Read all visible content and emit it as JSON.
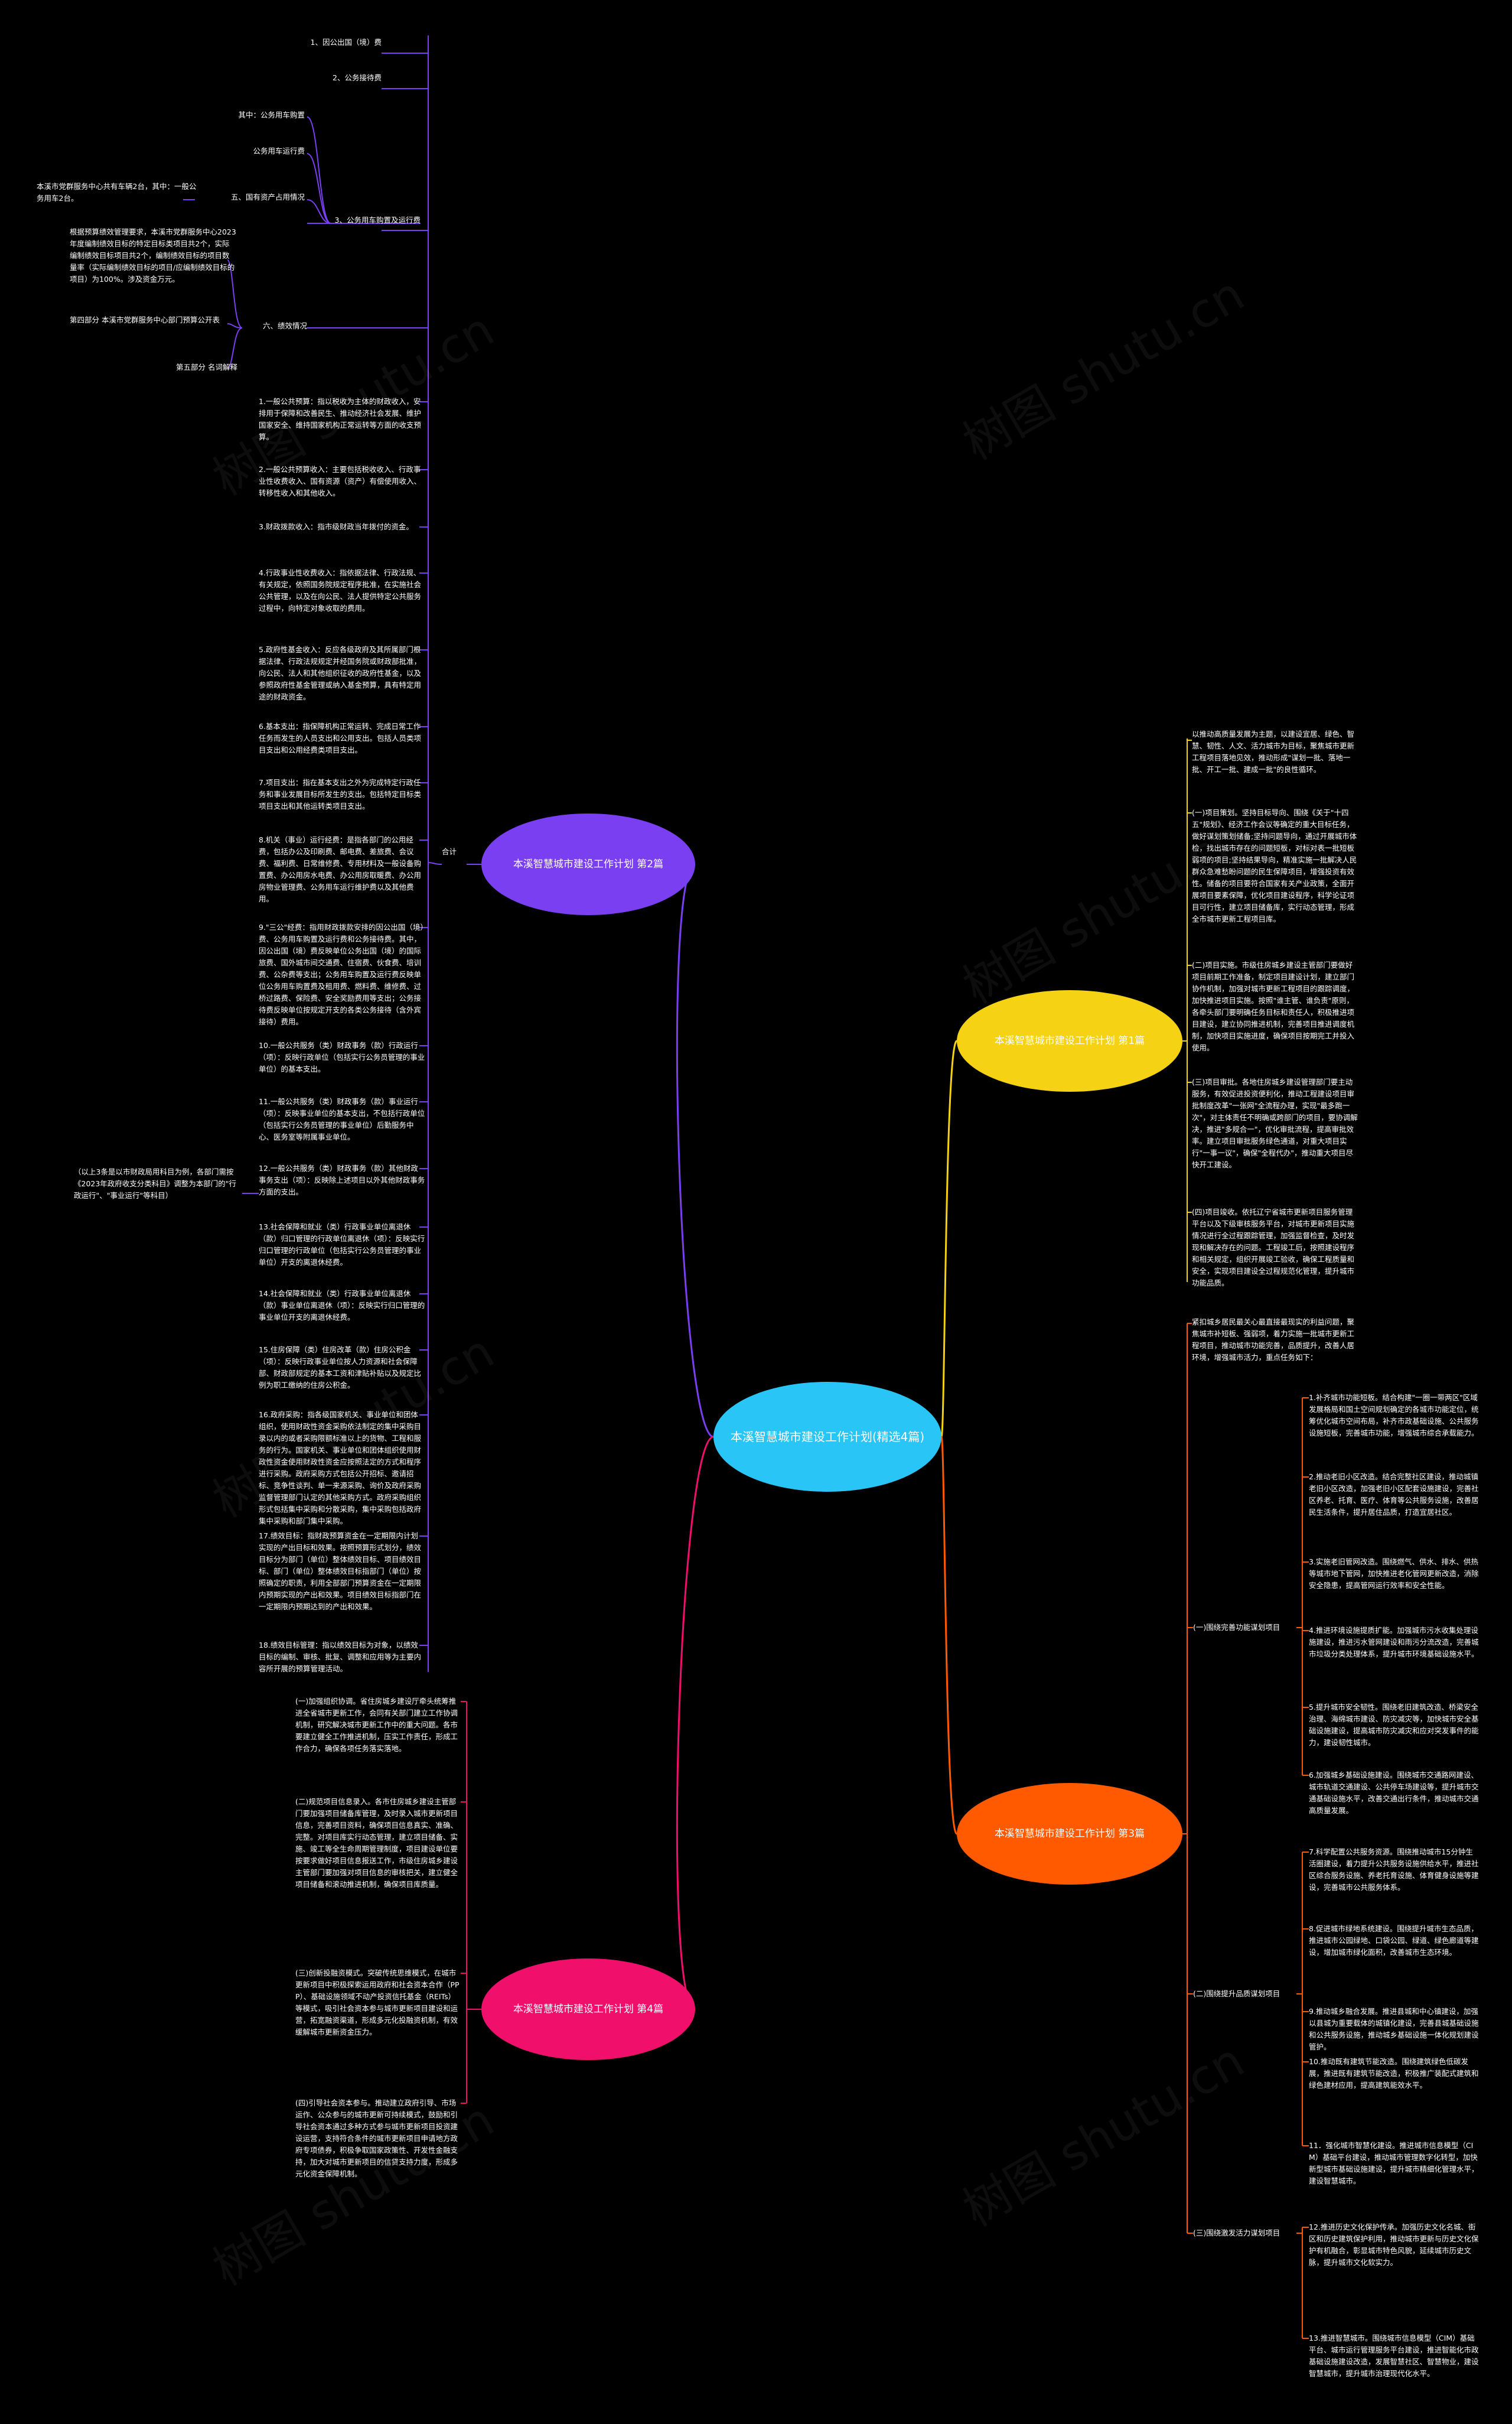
{
  "root": {
    "label": "本溪智慧城市建设工作计划(精选4篇)",
    "color": "#29c5f6"
  },
  "branches": [
    {
      "label": "本溪智慧城市建设工作计划 第2篇",
      "color": "#7b3ff2"
    },
    {
      "label": "本溪智慧城市建设工作计划 第1篇",
      "color": "#f5d314"
    },
    {
      "label": "本溪智慧城市建设工作计划 第3篇",
      "color": "#ff5a00"
    },
    {
      "label": "本溪智慧城市建设工作计划 第4篇",
      "color": "#f0106c"
    }
  ],
  "b2": {
    "hub": "合计",
    "top": [
      "1、因公出国（境）费",
      "2、公务接待费",
      "3、公务用车购置及运行费",
      "其中：公务用车购置",
      "公务用车运行费",
      "五、国有资产占用情况",
      "本溪市党群服务中心共有车辆2台，其中：一般公务用车2台。",
      "六、绩效情况",
      "根据预算绩效管理要求，本溪市党群服务中心2023年度编制绩效目标的特定目标类项目共2个，实际编制绩效目标项目共2个，编制绩效目标的项目数量率（实际编制绩效目标的项目/应编制绩效目标的项目）为100%。涉及资金万元。",
      "第四部分 本溪市党群服务中心部门预算公开表",
      "第五部分 名词解释"
    ],
    "terms": [
      "1.一般公共预算：指以税收为主体的财政收入，安排用于保障和改善民生、推动经济社会发展、维护国家安全、维持国家机构正常运转等方面的收支预算。",
      "2.一般公共预算收入：主要包括税收收入、行政事业性收费收入、国有资源（资产）有偿使用收入、转移性收入和其他收入。",
      "3.财政拨款收入：指市级财政当年拨付的资金。",
      "4.行政事业性收费收入：指依据法律、行政法规、有关规定，依照国务院规定程序批准，在实施社会公共管理，以及在向公民、法人提供特定公共服务过程中，向特定对象收取的费用。",
      "5.政府性基金收入：反应各级政府及其所属部门根据法律、行政法规规定并经国务院或财政部批准，向公民、法人和其他组织征收的政府性基金，以及参照政府性基金管理或纳入基金预算，具有特定用途的财政资金。",
      "6.基本支出：指保障机构正常运转、完成日常工作任务而发生的人员支出和公用支出。包括人员类项目支出和公用经费类项目支出。",
      "7.项目支出：指在基本支出之外为完成特定行政任务和事业发展目标所发生的支出。包括特定目标类项目支出和其他运转类项目支出。",
      "8.机关（事业）运行经费：是指各部门的公用经费，包括办公及印刷费、邮电费、差旅费、会议费、福利费、日常维修费、专用材料及一般设备购置费、办公用房水电费、办公用房取暖费、办公用房物业管理费、公务用车运行维护费以及其他费用。",
      "9.\"三公\"经费：指用财政拨款安排的因公出国（境）费、公务用车购置及运行费和公务接待费。其中，因公出国（境）费反映单位公务出国（境）的国际旅费、国外城市间交通费、住宿费、伙食费、培训费、公杂费等支出；公务用车购置及运行费反映单位公务用车购置费及租用费、燃料费、维修费、过桥过路费、保险费、安全奖励费用等支出；公务接待费反映单位按规定开支的各类公务接待（含外宾接待）费用。",
      "10.一般公共服务（类）财政事务（款）行政运行（项）：反映行政单位（包括实行公务员管理的事业单位）的基本支出。",
      "11.一般公共服务（类）财政事务（款）事业运行（项）：反映事业单位的基本支出，不包括行政单位（包括实行公务员管理的事业单位）后勤服务中心、医务室等附属事业单位。",
      "12.一般公共服务（类）财政事务（款）其他财政事务支出（项）：反映除上述项目以外其他财政事务方面的支出。",
      "13.社会保障和就业（类）行政事业单位离退休（款）归口管理的行政单位离退休（项）：反映实行归口管理的行政单位（包括实行公务员管理的事业单位）开支的离退休经费。",
      "14.社会保障和就业（类）行政事业单位离退休（款）事业单位离退休（项）：反映实行归口管理的事业单位开支的离退休经费。",
      "15.住房保障（类）住房改革（款）住房公积金（项）：反映行政事业单位按人力资源和社会保障部、财政部规定的基本工资和津贴补贴以及规定比例为职工缴纳的住房公积金。",
      "16.政府采购：指各级国家机关、事业单位和团体组织，使用财政性资金采购依法制定的集中采购目录以内的或者采购限额标准以上的货物、工程和服务的行为。国家机关、事业单位和团体组织使用财政性资金使用财政性资金应按照法定的方式和程序进行采购。政府采购方式包括公开招标、邀请招标、竞争性谈判、单一来源采购、询价及政府采购监督管理部门认定的其他采购方式。政府采购组织形式包括集中采购和分散采购，集中采购包括政府集中采购和部门集中采购。",
      "17.绩效目标：指财政预算资金在一定期限内计划实现的产出目标和效果。按照预算形式划分，绩效目标分为部门（单位）整体绩效目标、项目绩效目标、部门（单位）整体绩效目标指部门（单位）按照确定的职责，利用全部部门预算资金在一定期限内预期实现的产出和效果。项目绩效目标指部门在一定期限内预期达到的产出和效果。",
      "18.绩效目标管理：指以绩效目标为对象，以绩效目标的编制、审核、批复、调整和应用等为主要内容所开展的预算管理活动。"
    ],
    "note": "（以上3条是以市财政局用科目为例，各部门需按《2023年政府收支分类科目》调整为本部门的\"行政运行\"、\"事业运行\"等科目）"
  },
  "b1": {
    "intro": "以推动高质量发展为主题，以建设宜居、绿色、智慧、韧性、人文、活力城市为目标，聚焦城市更新工程项目落地见效，推动形成\"谋划一批、落地一批、开工一批、建成一批\"的良性循环。",
    "items": [
      "(一)项目策划。坚持目标导向、围绕《关于\"十四五\"规划》、经济工作会议等确定的重大目标任务，做好谋划策划储备;坚持问题导向，通过开展城市体检，找出城市存在的问题短板，对标对表一批短板弱项的项目;坚持结果导向，精准实施一批解决人民群众急难愁盼问题的民生保障项目，增强投资有效性。储备的项目要符合国家有关产业政策，全面开展项目要素保障，优化项目建设程序，科学论证项目可行性，建立项目储备库，实行动态管理，形成全市城市更新工程项目库。",
      "(二)项目实施。市级住房城乡建设主管部门要做好项目前期工作准备，制定项目建设计划，建立部门协作机制，加强对城市更新工程项目的跟踪调度，加快推进项目实施。按照\"谁主管、谁负责\"原则，各牵头部门要明确任务目标和责任人，积极推进项目建设，建立协同推进机制，完善项目推进调度机制，加快项目实施进度，确保项目按期完工并投入使用。",
      "(三)项目审批。各地住房城乡建设管理部门要主动服务，有效促进投资便利化，推动工程建设项目审批制度改革\"一张网\"全流程办理，实现\"最多跑一次\"，对主体责任不明确或跨部门的项目，要协调解决，推进\"多规合一\"，优化审批流程，提高审批效率。建立项目审批服务绿色通道，对重大项目实行\"一事一议\"，确保\"全程代办\"，推动重大项目尽快开工建设。",
      "(四)项目竣收。依托辽宁省城市更新项目服务管理平台以及下级审核服务平台，对城市更新项目实施情况进行全过程跟踪管理，加强监督检查，及时发现和解决存在的问题。工程竣工后，按照建设程序和相关规定，组织开展竣工验收，确保工程质量和安全，实现项目建设全过程规范化管理，提升城市功能品质。"
    ]
  },
  "b3": {
    "intro": "紧扣城乡居民最关心最直接最现实的利益问题，聚焦城市补短板、强弱项，着力实施一批城市更新工程项目，推动城市功能完善，品质提升，改善人居环境，增强城市活力，重点任务如下：",
    "groups": [
      {
        "label": "(一)围绕完善功能谋划项目",
        "items": [
          "1.补齐城市功能短板。结合构建\"一圈一带两区\"区域发展格局和国土空间规划确定的各城市功能定位，统筹优化城市空间布局，补齐市政基础设施、公共服务设施短板，完善城市功能，增强城市综合承载能力。",
          "2.推动老旧小区改造。结合完整社区建设，推动城镇老旧小区改造，加强老旧小区配套设施建设，完善社区养老、托育、医疗、体育等公共服务设施，改善居民生活条件，提升居住品质，打造宜居社区。",
          "3.实施老旧管网改造。围绕燃气、供水、排水、供热等城市地下管网，加快推进老化管网更新改造，消除安全隐患，提高管网运行效率和安全性能。",
          "4.推进环境设施提质扩能。加强城市污水收集处理设施建设，推进污水管网建设和雨污分流改造，完善城市垃圾分类处理体系，提升城市环境基础设施水平。",
          "5.提升城市安全韧性。围绕老旧建筑改造、桥梁安全治理、海绵城市建设、防灾减灾等，加快城市安全基础设施建设，提高城市防灾减灾和应对突发事件的能力，建设韧性城市。",
          "6.加强城乡基础设施建设。围绕城市交通路网建设、城市轨道交通建设、公共停车场建设等，提升城市交通基础设施水平，改善交通出行条件，推动城市交通高质量发展。"
        ]
      },
      {
        "label": "(二)围绕提升品质谋划项目",
        "items": [
          "7.科学配置公共服务资源。围绕推动城市15分钟生活圈建设，着力提升公共服务设施供给水平，推进社区综合服务设施、养老托育设施、体育健身设施等建设，完善城市公共服务体系。",
          "8.促进城市绿地系统建设。围绕提升城市生态品质，推进城市公园绿地、口袋公园、绿道、绿色廊道等建设，增加城市绿化面积，改善城市生态环境。",
          "9.推动城乡融合发展。推进县城和中心镇建设，加强以县城为重要载体的城镇化建设，完善县城基础设施和公共服务设施，推动城乡基础设施一体化规划建设管护。",
          "10.推动既有建筑节能改造。围绕建筑绿色低碳发展，推进既有建筑节能改造，积极推广装配式建筑和绿色建材应用，提高建筑能效水平。",
          "11．强化城市智慧化建设。推进城市信息模型（CIM）基础平台建设，推动城市管理数字化转型，加快新型城市基础设施建设，提升城市精细化管理水平，建设智慧城市。"
        ]
      },
      {
        "label": "(三)围绕激发活力谋划项目",
        "items": [
          "12.推进历史文化保护传承。加强历史文化名城、街区和历史建筑保护利用，推动城市更新与历史文化保护有机融合，彰显城市特色风貌，延续城市历史文脉，提升城市文化软实力。",
          "13.推进智慧城市。围绕城市信息模型（CIM）基础平台、城市运行管理服务平台建设，推进智能化市政基础设施建设改造，发展智慧社区、智慧物业，建设智慧城市，提升城市治理现代化水平。"
        ]
      }
    ]
  },
  "b4": {
    "items": [
      "(一)加强组织协调。省住房城乡建设厅牵头统筹推进全省城市更新工作，会同有关部门建立工作协调机制，研究解决城市更新工作中的重大问题。各市要建立健全工作推进机制，压实工作责任，形成工作合力，确保各项任务落实落地。",
      "(二)规范项目信息录入。各市住房城乡建设主管部门要加强项目储备库管理，及时录入城市更新项目信息，完善项目资料，确保项目信息真实、准确、完整。对项目库实行动态管理，建立项目储备、实施、竣工等全生命周期管理制度，项目建设单位要按要求做好项目信息报送工作，市级住房城乡建设主管部门要加强对项目信息的审核把关，建立健全项目储备和滚动推进机制，确保项目库质量。",
      "(三)创新投融资模式。突破传统思维模式，在城市更新项目中积极探索运用政府和社会资本合作（PPP）、基础设施领域不动产投资信托基金（REITs）等模式，吸引社会资本参与城市更新项目建设和运营，拓宽融资渠道，形成多元化投融资机制，有效缓解城市更新资金压力。",
      "(四)引导社会资本参与。推动建立政府引导、市场运作、公众参与的城市更新可持续模式，鼓励和引导社会资本通过多种方式参与城市更新项目投资建设运营，支持符合条件的城市更新项目申请地方政府专项债券，积极争取国家政策性、开发性金融支持，加大对城市更新项目的信贷支持力度，形成多元化资金保障机制。"
    ]
  }
}
